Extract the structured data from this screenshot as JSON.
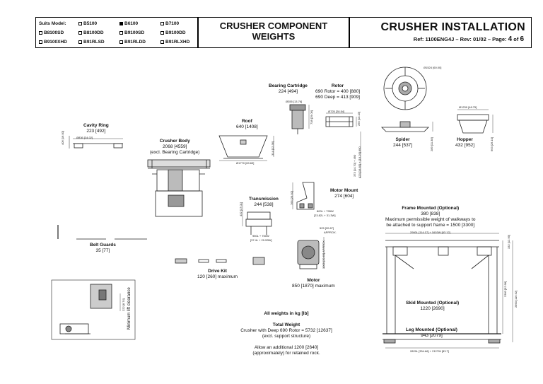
{
  "header": {
    "suits_model_label": "Suits Model:",
    "models": [
      {
        "name": "B5100",
        "checked": false
      },
      {
        "name": "B6100",
        "checked": true
      },
      {
        "name": "B7100",
        "checked": false
      },
      {
        "name": "B8100SD",
        "checked": false
      },
      {
        "name": "B8100DD",
        "checked": false
      },
      {
        "name": "B9100SD",
        "checked": false
      },
      {
        "name": "B9100DD",
        "checked": false
      },
      {
        "name": "B9100XHD",
        "checked": false
      },
      {
        "name": "B91RLSD",
        "checked": false
      },
      {
        "name": "B91RLDD",
        "checked": false
      },
      {
        "name": "B91RLXHD",
        "checked": false
      }
    ],
    "center_title_1": "CRUSHER COMPONENT",
    "center_title_2": "WEIGHTS",
    "right_title": "CRUSHER INSTALLATION",
    "ref_text": "Ref: 1100ENG4J – Rev: 01/02 – Page: ",
    "page_num": "4",
    "page_of": " of ",
    "page_total": "6"
  },
  "components": {
    "cavity_ring": {
      "name": "Cavity Ring",
      "weight": "223 [492]"
    },
    "crusher_body": {
      "name": "Crusher Body",
      "weight": "2068 [4559]",
      "note": "(excl. Bearing Cartridge)"
    },
    "roof": {
      "name": "Roof",
      "weight": "640 [1408]"
    },
    "bearing_cartridge": {
      "name": "Bearing Cartridge",
      "weight": "224 [494]"
    },
    "rotor": {
      "name": "Rotor",
      "weight_1": "690 Rotor = 400 [880]",
      "weight_2": "690 Deep = 413 [909]"
    },
    "spider": {
      "name": "Spider",
      "weight": "244 [537]"
    },
    "hopper": {
      "name": "Hopper",
      "weight": "432 [952]"
    },
    "transmission": {
      "name": "Transmission",
      "weight": "244 [538]"
    },
    "motor_mount": {
      "name": "Motor Mount",
      "weight": "274 [604]"
    },
    "belt_guards": {
      "name": "Belt Guards",
      "weight": "35 [77]"
    },
    "drive_kit": {
      "name": "Drive Kit",
      "weight": "120 [260] maximum"
    },
    "motor": {
      "name": "Motor",
      "weight": "850 [1870] maximum"
    },
    "frame_mounted": {
      "name": "Frame Mounted (Optional)",
      "weight": "380 [838]",
      "note_1": "Maximum permissible weight of walkways to",
      "note_2": "be attached to support frame = 1500 [3300]"
    },
    "skid_mounted": {
      "name": "Skid Mounted (Optional)",
      "weight": "1220 [2690]"
    },
    "leg_mounted": {
      "name": "Leg Mounted (Optional)",
      "weight": "943 [2079]"
    }
  },
  "clearance_label": "Minimum lift clearance",
  "notes": {
    "units": "All weights in kg [lb]",
    "total_title": "Total Weight",
    "total_1": "Crusher with Deep 690 Rotor = 5732 [12637]",
    "total_2": "(excl. support structure)",
    "allow_1": "Allow an additional 1200 [2640]",
    "allow_2": "(approximately) for retained rock."
  },
  "dims": {
    "cavity_w": "Ø836 [34.02]",
    "cavity_h": "406 [16.00]",
    "bearing_w": "Ø355 [13.76]",
    "bearing_h": "738 [29.06]",
    "rotor_w": "Ø725 [28.54]",
    "rotor_h": "265 [10.43]",
    "spider_top": "Ø1524 [60.00]",
    "spider_h": "289 [11.38]",
    "hopper_w": "Ø1239 [48.75]",
    "hopper_h": "663 [26.10]",
    "roof_w": "Ø1770 [69.69]",
    "roof_h": "314 [12.36]",
    "body_h1": "373 [14.70] + 490",
    "body_h2": "423 [16.65] + [19.29] 690",
    "mm_h": "765 [29.92]",
    "mm_w1": "800L + 795W",
    "mm_w2": "[23.82L + 31.3W]",
    "trans_h": "432 [17.01]",
    "trans_w1": "950L + 750W",
    "trans_w2": "[37.4L + 29.53W]",
    "motor_w": "525 [20.67]",
    "motor_approx": "APPROX.",
    "motor_h": "1008 [39.69] APPROX.",
    "frame_w": "2900L [114.17] + 1603W [63.12]",
    "frame_h": "332 [12.99]",
    "frame_total": "2360 [92.98]",
    "frame_total2": "2890 [116.92]",
    "leg_w": "2829L [334.66] + 2127W [83.7]",
    "clear_h": "222 [8.74]"
  }
}
